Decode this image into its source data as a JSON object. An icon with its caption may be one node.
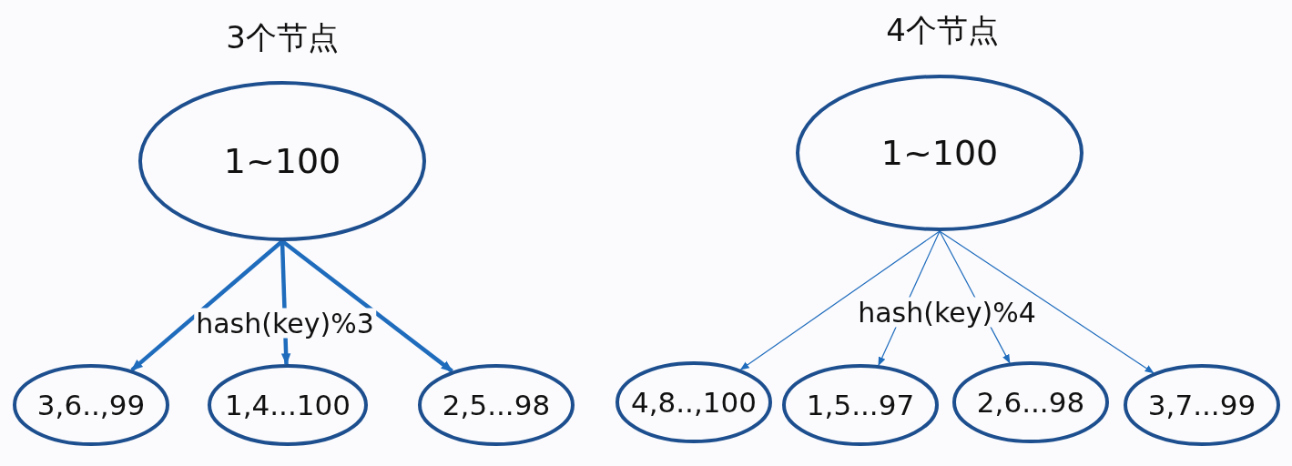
{
  "diagram": {
    "nodes": [
      {
        "text": [
          "1~100"
        ]
      },
      {
        "text": [
          "3,6..,99"
        ]
      },
      {
        "text": [
          "1,4...100"
        ]
      },
      {
        "text": [
          "2,5...98"
        ]
      },
      {
        "text": [
          "1~100"
        ]
      },
      {
        "text": [
          "4,8..,100"
        ]
      },
      {
        "text": [
          "1,5...97"
        ]
      },
      {
        "text": [
          "2,6...98"
        ]
      },
      {
        "text": [
          "3,7...99"
        ]
      }
    ],
    "edges": [
      {
        "from": 0,
        "to": 1,
        "arrow": "to",
        "style": "thick"
      },
      {
        "from": 0,
        "to": 2,
        "arrow": "to",
        "style": "thick"
      },
      {
        "from": 0,
        "to": 3,
        "arrow": "to",
        "style": "thick"
      },
      {
        "from": 4,
        "to": 5,
        "arrow": "to"
      },
      {
        "from": 4,
        "to": 6,
        "arrow": "to"
      },
      {
        "from": 4,
        "to": 7,
        "arrow": "to"
      },
      {
        "from": 4,
        "to": 8,
        "arrow": "to"
      }
    ],
    "labels": [
      "3个节点",
      "4个节点",
      "hash(key)%3",
      "hash(key)%4"
    ]
  }
}
